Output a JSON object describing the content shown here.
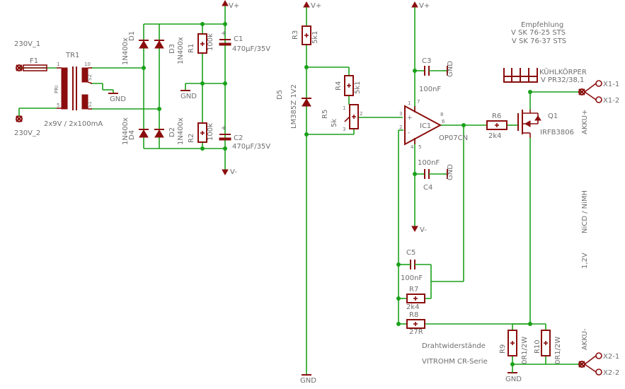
{
  "colors": {
    "wire": "#1aa11a",
    "symbol": "#8b0d0d",
    "text": "#6e6e6e",
    "background": "#ffffff"
  },
  "supply": {
    "vpos": "V+",
    "vneg": "V-",
    "gnd": "GND"
  },
  "mains": {
    "in1": "230V_1",
    "in2": "230V_2",
    "fuse": "F1"
  },
  "transformer": {
    "name": "TR1",
    "rating": "2x9V / 2x100mA",
    "pri": "PRI",
    "s1": "S1",
    "s2": "S2",
    "pin1": "1",
    "pin5": "5",
    "pin10": "10"
  },
  "diodes": [
    {
      "name": "D1",
      "value": "1N400x"
    },
    {
      "name": "D2",
      "value": "1N400x"
    },
    {
      "name": "D3",
      "value": "1N400x"
    },
    {
      "name": "D4",
      "value": "1N400x"
    }
  ],
  "resistors": {
    "R1": {
      "name": "R1",
      "value": "100k"
    },
    "R2": {
      "name": "R2",
      "value": "100k"
    },
    "R3": {
      "name": "R3",
      "value": "5k1"
    },
    "R4": {
      "name": "R4",
      "value": "5k1"
    },
    "R5": {
      "name": "R5",
      "value": "5k"
    },
    "R6": {
      "name": "R6",
      "value": "2k4"
    },
    "R7": {
      "name": "R7",
      "value": "2k4"
    },
    "R8": {
      "name": "R8",
      "value": "27R"
    },
    "R9": {
      "name": "R9",
      "value": "0R1/2W"
    },
    "R10": {
      "name": "R10",
      "value": "0R1/2W"
    }
  },
  "capacitors": {
    "C1": {
      "name": "C1",
      "value": "470µF/35V"
    },
    "C2": {
      "name": "C2",
      "value": "470µF/35V"
    },
    "C3": {
      "name": "C3",
      "value": "100nF"
    },
    "C4": {
      "name": "C4",
      "value": "100nF"
    },
    "C5": {
      "name": "C5",
      "value": "100nF"
    }
  },
  "reference": {
    "name": "D5",
    "value": "LM385Z 1V2"
  },
  "opamp": {
    "name": "IC1",
    "value": "OP07CN",
    "pin2": "2",
    "pin3": "3",
    "pin4": "4",
    "pin5": "5",
    "pin6": "6",
    "pin7": "7",
    "pin8": "8",
    "pin1": "1"
  },
  "potentiometer": {
    "pin1": "1",
    "pin2": "2",
    "pin3": "3"
  },
  "mosfet": {
    "name": "Q1",
    "value": "IRFB3806"
  },
  "heatsink": {
    "name": "KÜHLKÖRPER",
    "value": "V PR32/38,1"
  },
  "recommendation": {
    "title": "Empfehlung",
    "line1": "V SK 76-25 STS",
    "line2": "V SK 76-37 STS"
  },
  "connectors": {
    "x1_1": "X1-1",
    "x1_2": "X1-2",
    "x2_1": "X2-1",
    "x2_2": "X2-2",
    "akku_plus": "AKKU+",
    "akku_minus": "AKKU-"
  },
  "notes": {
    "battery_type": "NiCD / NiMH",
    "battery_voltage": "1,2V",
    "wire_resistors": "Drahtwiderstände",
    "series": "VITROHM CR-Serie"
  }
}
